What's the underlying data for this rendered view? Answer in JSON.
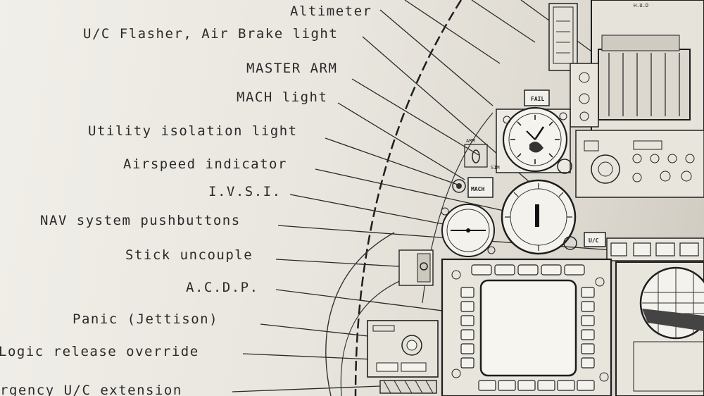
{
  "labels": {
    "altimeter": "Altimeter",
    "uc_flasher": "U/C Flasher, Air Brake light",
    "master_arm": "MASTER ARM",
    "mach_light": "MACH light",
    "utility_isolation": "Utility isolation light",
    "airspeed": "Airspeed indicator",
    "ivsi": "I.V.S.I.",
    "nav_pushbuttons": "NAV system pushbuttons",
    "stick_uncouple": "Stick uncouple",
    "acdp": "A.C.D.P.",
    "panic": "Panic (Jettison)",
    "logic_release": "Logic release override",
    "emergency_uc": "rgency U/C extension"
  },
  "panel": {
    "fail": "FAIL",
    "mach": "MACH",
    "uc": "U/C",
    "sim": "SIM",
    "arm": "ARM",
    "header": "H.U.D"
  },
  "colors": {
    "paper": "#eeebe4",
    "ink": "#2a2a2a"
  }
}
